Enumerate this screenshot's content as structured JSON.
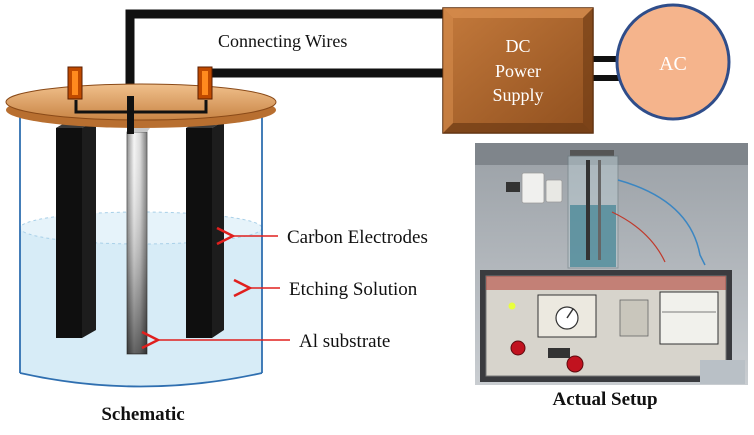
{
  "wires_label": "Connecting Wires",
  "power_supply": {
    "line1": "DC",
    "line2": "Power",
    "line3": "Supply"
  },
  "ac_label": "AC",
  "callouts": {
    "electrodes": "Carbon Electrodes",
    "solution": "Etching Solution",
    "substrate": "Al substrate"
  },
  "captions": {
    "schematic": "Schematic",
    "actual": "Actual Setup"
  },
  "colors": {
    "supply_fill": "#b36a2f",
    "ac_fill": "#f5b48c",
    "lid_fill": "#d99a5c",
    "solution_fill": "#d7ecf7",
    "arrow": "#e0201e"
  }
}
